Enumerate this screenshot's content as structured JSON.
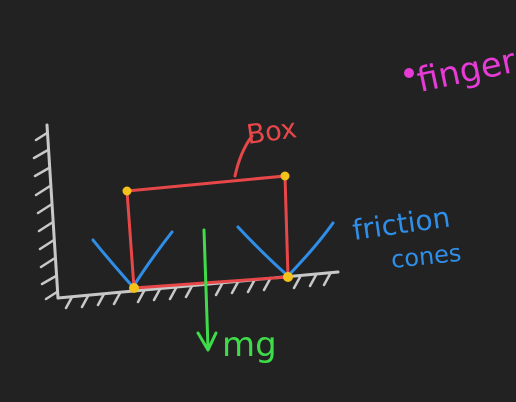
{
  "labels": {
    "box": "Box",
    "friction_cones_line1": "friction",
    "friction_cones_line2": "cones",
    "weight": "mg",
    "finger": "finger"
  },
  "colors": {
    "background": "#222222",
    "box": "#e8474a",
    "cones": "#2f8fe8",
    "weight": "#3fdc4a",
    "finger": "#e63bd6",
    "contact_points": "#f4c21a",
    "ground": "#c8c8c8"
  }
}
